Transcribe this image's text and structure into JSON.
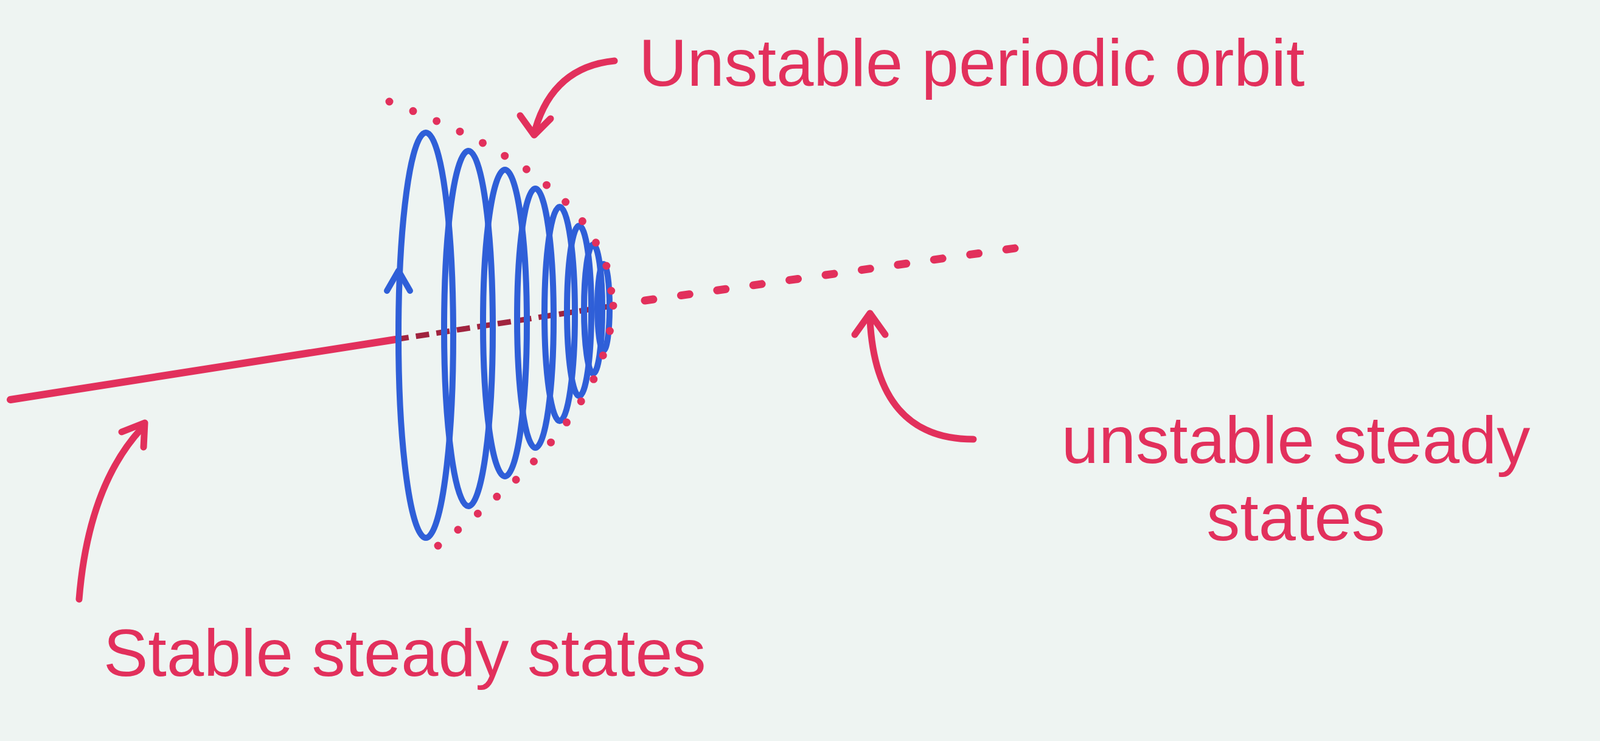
{
  "diagram": {
    "labels": [
      "Unstable periodic orbit",
      "unstable steady states",
      "Stable steady states"
    ]
  }
}
